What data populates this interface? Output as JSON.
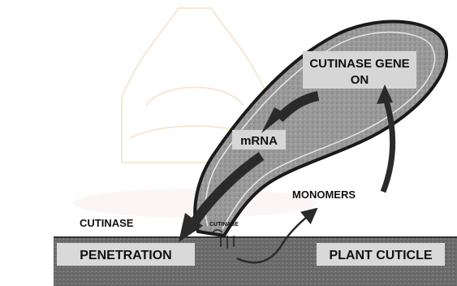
{
  "labels": {
    "gene_on_line1": "CUTINASE GENE",
    "gene_on_line2": "ON",
    "mrna": "mRNA",
    "monomers": "MONOMERS",
    "cutinase": "CUTINASE",
    "cutinase_small": "CUTINASE",
    "penetration": "PENETRATION",
    "plant_cuticle": "PLANT CUTICLE"
  },
  "watermark": {
    "description": "faint university seal watermark",
    "color": "#f0d8a8"
  },
  "colors": {
    "spore_fill": "#9a9a9a",
    "cuticle_fill": "#6e6e6e",
    "arrow": "#2a2a2a",
    "text": "#111111"
  }
}
